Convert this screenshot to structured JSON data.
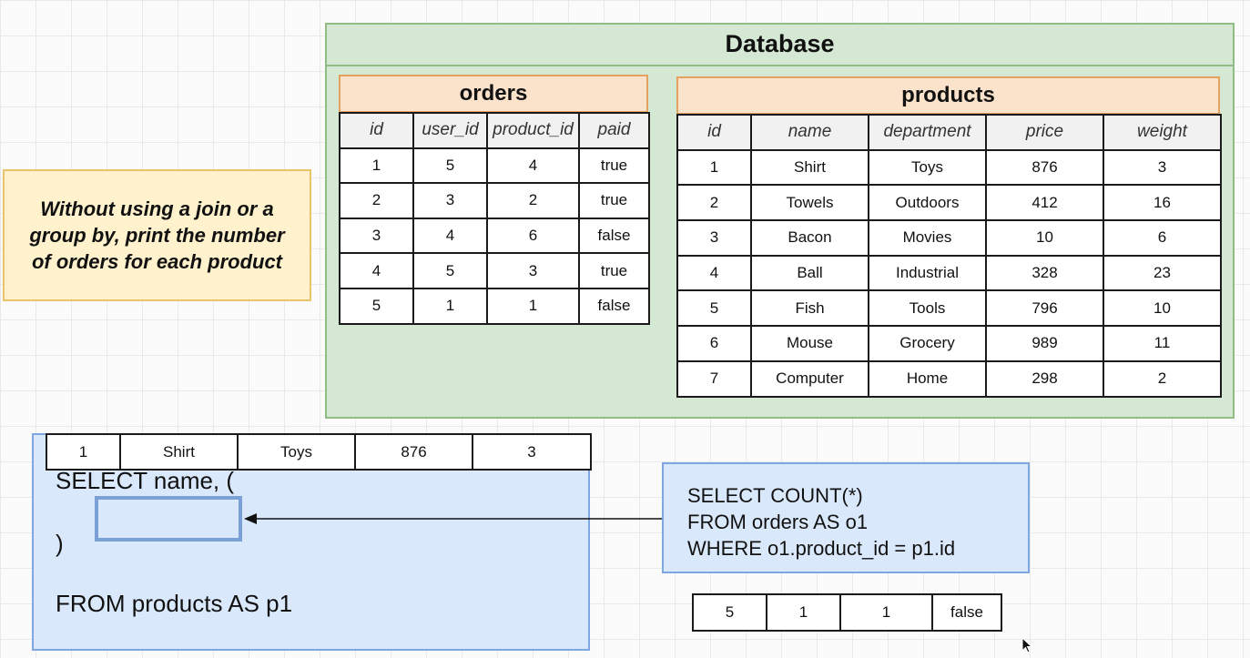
{
  "database": {
    "title": "Database",
    "orders": {
      "title": "orders",
      "columns": [
        "id",
        "user_id",
        "product_id",
        "paid"
      ],
      "rows": [
        [
          "1",
          "5",
          "4",
          "true"
        ],
        [
          "2",
          "3",
          "2",
          "true"
        ],
        [
          "3",
          "4",
          "6",
          "false"
        ],
        [
          "4",
          "5",
          "3",
          "true"
        ],
        [
          "5",
          "1",
          "1",
          "false"
        ]
      ]
    },
    "products": {
      "title": "products",
      "columns": [
        "id",
        "name",
        "department",
        "price",
        "weight"
      ],
      "rows": [
        [
          "1",
          "Shirt",
          "Toys",
          "876",
          "3"
        ],
        [
          "2",
          "Towels",
          "Outdoors",
          "412",
          "16"
        ],
        [
          "3",
          "Bacon",
          "Movies",
          "10",
          "6"
        ],
        [
          "4",
          "Ball",
          "Industrial",
          "328",
          "23"
        ],
        [
          "5",
          "Fish",
          "Tools",
          "796",
          "10"
        ],
        [
          "6",
          "Mouse",
          "Grocery",
          "989",
          "11"
        ],
        [
          "7",
          "Computer",
          "Home",
          "298",
          "2"
        ]
      ]
    }
  },
  "prompt": "Without using a join or a group by, print the number of orders for each product",
  "query": {
    "current_product_row": [
      "1",
      "Shirt",
      "Toys",
      "876",
      "3"
    ],
    "line_select": "SELECT name, (",
    "line_close": ")",
    "line_from": "FROM products AS p1"
  },
  "subquery": {
    "lines": [
      "SELECT COUNT(*)",
      "FROM orders AS o1",
      "WHERE o1.product_id = p1.id"
    ],
    "current_order_row": [
      "5",
      "1",
      "1",
      "false"
    ]
  },
  "icons": {
    "arrow": "arrow-left-icon",
    "cursor": "mouse-cursor-icon"
  },
  "colors": {
    "database_fill": "#d5e8d4",
    "table_header_fill": "#fbe2cb",
    "prompt_fill": "#fff2cc",
    "query_fill": "#dae8fc"
  }
}
